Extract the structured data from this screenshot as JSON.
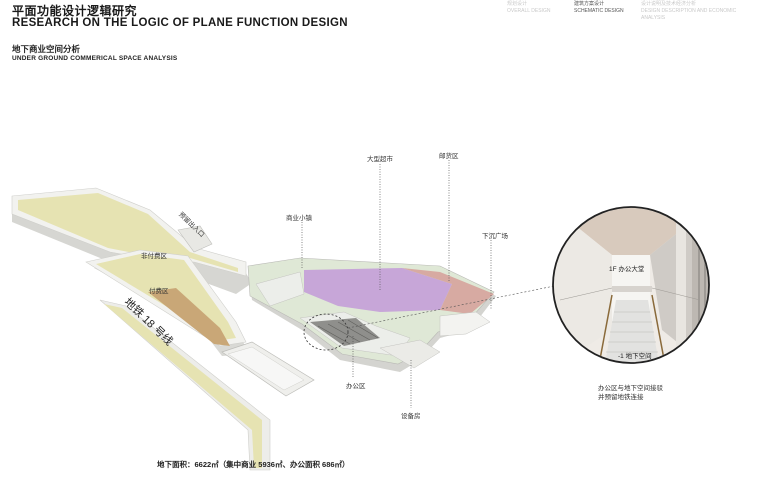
{
  "header": {
    "title_cn": "平面功能设计逻辑研究",
    "title_en": "RESEARCH ON THE LOGIC OF PLANE FUNCTION DESIGN"
  },
  "nav": [
    {
      "cn": "规划设计",
      "en": "OVERALL DESIGN",
      "active": false
    },
    {
      "cn": "建筑方案设计",
      "en": "SCHEMATIC DESIGN",
      "active": true
    },
    {
      "cn": "设计说明及技术经济分析",
      "en": "DESIGN DESCRIPTION AND ECONOMIC ANALYSIS",
      "active": false
    }
  ],
  "section": {
    "title_cn": "地下商业空间分析",
    "title_en": "UNDER GROUND COMMERICAL SPACE ANALYSIS"
  },
  "labels": {
    "supermarket": "大型超市",
    "post_area": "邮货区",
    "retail_town": "商业小镇",
    "sunken_plaza": "下沉广场",
    "reserved_exit": "预留出入口",
    "unpaid_area": "非付费区",
    "paid_area": "付费区",
    "metro_line": "地铁 18 号线",
    "office_area": "办公区",
    "equipment_room": "设备房",
    "lobby_1f": "1F 办公大堂",
    "underground_b1": "-1 地下空间",
    "caption_line1": "办公区与地下空间接驳",
    "caption_line2": "并预留地铁连接"
  },
  "footer": "地下面积：6622㎡（集中商业 5936㎡、办公面积 686㎡）",
  "colors": {
    "metro_fill": "#e6e3b2",
    "paid_fill": "#c9a777",
    "commercial_fill": "#dfe8d6",
    "supermarket_fill": "#c7a6d8",
    "post_fill": "#d7aaa2",
    "wall": "#f1f1ef",
    "wall_shade": "#d8d8d6"
  }
}
